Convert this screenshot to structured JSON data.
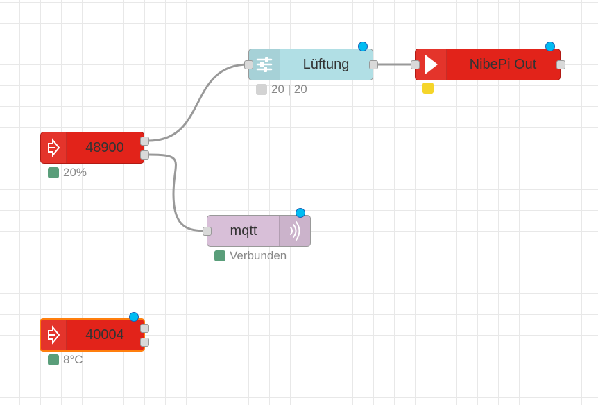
{
  "colors": {
    "nibe_node": "#e2231a",
    "change_node": "#b1dfe5",
    "mqtt_node": "#d8bfd8",
    "status_green": "#5a9e7a",
    "status_grey": "#d3d3d3",
    "status_yellow": "#f5d52a",
    "changed_badge": "#00bcf2",
    "selection": "#ff7f0e"
  },
  "nodes": {
    "luftung": {
      "label": "Lüftung",
      "icon": "sliders-icon",
      "status": "20 | 20"
    },
    "nibepi_out": {
      "label": "NibePi Out",
      "icon": "arrow-right-icon"
    },
    "n48900": {
      "label": "48900",
      "icon": "nibe-input-icon",
      "status": "20%"
    },
    "mqtt": {
      "label": "mqtt",
      "icon": "signal-icon",
      "status": "Verbunden"
    },
    "n40004": {
      "label": "40004",
      "icon": "nibe-input-icon",
      "status": "8°C"
    }
  }
}
